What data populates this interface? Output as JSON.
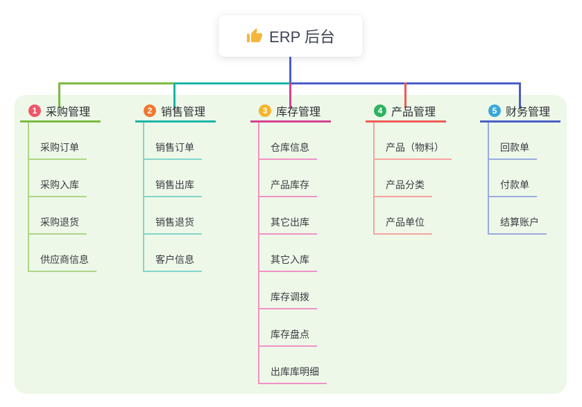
{
  "root": {
    "title": "ERP 后台",
    "icon": "thumbs-up-icon",
    "icon_color": "#f4b73b"
  },
  "colors": {
    "canvas": "#ffffff",
    "panel": "#edf8e9",
    "root_line": "#4a5dc7",
    "text": "#3a3b40"
  },
  "branches": [
    {
      "index": "1",
      "label": "采购管理",
      "badge_color": "#ee5767",
      "line_color": "#7cb93f",
      "child_line_color": "#aed584",
      "children": [
        "采购订单",
        "采购入库",
        "采购退货",
        "供应商信息"
      ]
    },
    {
      "index": "2",
      "label": "销售管理",
      "badge_color": "#f0782e",
      "line_color": "#1ab5a5",
      "child_line_color": "#82d6c9",
      "children": [
        "销售订单",
        "销售出库",
        "销售退货",
        "客户信息"
      ]
    },
    {
      "index": "3",
      "label": "库存管理",
      "badge_color": "#f6b42a",
      "line_color": "#d6418f",
      "child_line_color": "#f191c5",
      "children": [
        "仓库信息",
        "产品库存",
        "其它出库",
        "其它入库",
        "库存调拨",
        "库存盘点",
        "出库库明细"
      ]
    },
    {
      "index": "4",
      "label": "产品管理",
      "badge_color": "#2eb35f",
      "line_color": "#f05b56",
      "child_line_color": "#f7a29e",
      "children": [
        "产品（物料）",
        "产品分类",
        "产品单位"
      ]
    },
    {
      "index": "5",
      "label": "财务管理",
      "badge_color": "#3aa7d9",
      "line_color": "#4a5dc7",
      "child_line_color": "#9aaade",
      "children": [
        "回款单",
        "付款单",
        "结算账户"
      ]
    }
  ]
}
